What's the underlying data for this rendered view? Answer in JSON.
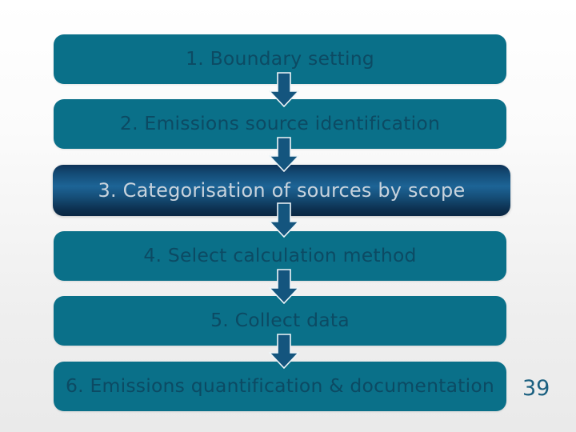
{
  "slide": {
    "page_number": "39",
    "background_color": "#f2f2f2",
    "accent_color": "#0a7089",
    "active_color": "#1d6496",
    "arrow_color": "#14557e",
    "arrow_outline_color": "#eef5f8"
  },
  "flowchart": {
    "type": "vertical-process-flow",
    "orientation": "top-to-bottom",
    "step_count": 6,
    "active_step_index": 2,
    "steps": [
      {
        "number": "1",
        "label": "1. Boundary setting",
        "state": "normal",
        "fill": "#0a7089",
        "text_color": "#0c4a63"
      },
      {
        "number": "2",
        "label": "2. Emissions source identification",
        "state": "normal",
        "fill": "#0a7089",
        "text_color": "#0c4a63"
      },
      {
        "number": "3",
        "label": "3. Categorisation of sources by scope",
        "state": "active",
        "fill": "#1d6496",
        "text_color": "#c8d3dd"
      },
      {
        "number": "4",
        "label": "4. Select calculation method",
        "state": "normal",
        "fill": "#0a7089",
        "text_color": "#0c4a63"
      },
      {
        "number": "5",
        "label": "5. Collect data",
        "state": "normal",
        "fill": "#0a7089",
        "text_color": "#0c4a63"
      },
      {
        "number": "6",
        "label": "6. Emissions quantification & documentation",
        "state": "normal",
        "fill": "#0a7089",
        "text_color": "#0c4a63"
      }
    ],
    "connectors": [
      {
        "from": "1",
        "to": "2",
        "icon": "down-arrow-icon"
      },
      {
        "from": "2",
        "to": "3",
        "icon": "down-arrow-icon"
      },
      {
        "from": "3",
        "to": "4",
        "icon": "down-arrow-icon"
      },
      {
        "from": "4",
        "to": "5",
        "icon": "down-arrow-icon"
      },
      {
        "from": "5",
        "to": "6",
        "icon": "down-arrow-icon"
      }
    ]
  }
}
